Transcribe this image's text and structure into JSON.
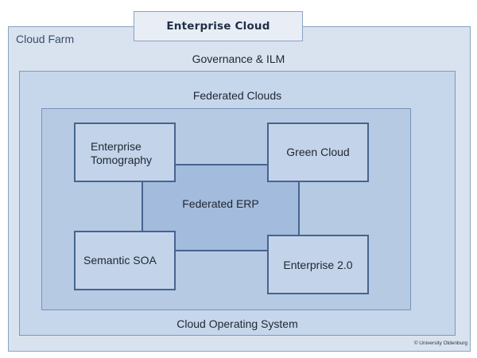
{
  "diagram": {
    "title": "Enterprise Cloud",
    "layers": {
      "outer": "Cloud Farm",
      "governance": "Governance & ILM",
      "federated": "Federated Clouds",
      "os": "Cloud Operating System"
    },
    "center": "Federated ERP",
    "nodes": [
      {
        "id": "enterprise-tomography",
        "label": "Enterprise Tomography",
        "lines": [
          "Enterprise",
          "Tomography"
        ]
      },
      {
        "id": "green-cloud",
        "label": "Green Cloud"
      },
      {
        "id": "semantic-soa",
        "label": "Semantic SOA"
      },
      {
        "id": "enterprise-2-0",
        "label": "Enterprise 2.0"
      }
    ],
    "copyright": "© University Oldenburg"
  },
  "colors": {
    "outer_fill": "#d9e3f0",
    "governance_fill": "#c6d6eb",
    "federated_fill": "#b6cae3",
    "center_fill": "#a3bbdc",
    "node_fill": "#c3d4ea",
    "stroke": "#46648e"
  }
}
